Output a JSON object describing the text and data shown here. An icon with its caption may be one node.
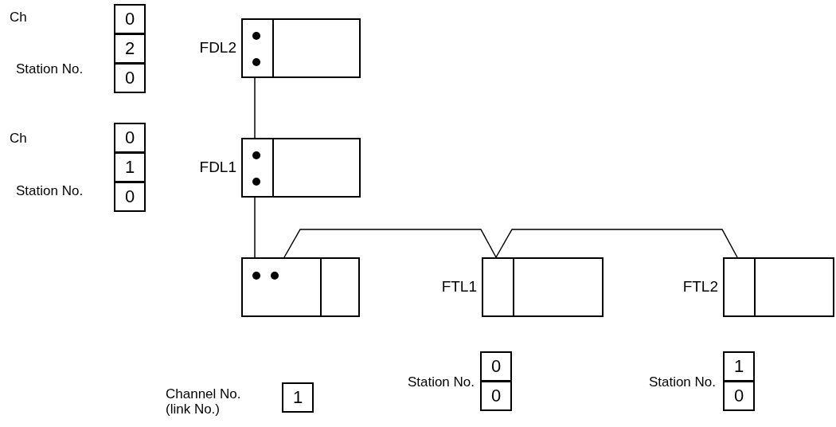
{
  "diagram": {
    "nodes": [
      {
        "text": [
          "FDL2"
        ]
      },
      {
        "text": [
          "FDL1"
        ]
      },
      {
        "text": [],
        "shape": "box"
      },
      {
        "text": [
          "FTL1"
        ]
      },
      {
        "text": [
          "FTL2"
        ]
      }
    ],
    "edges": [
      {
        "from": 0,
        "to": 1,
        "arrow": "none"
      },
      {
        "from": 1,
        "to": 2,
        "arrow": "none"
      },
      {
        "from": 2,
        "to": 3,
        "arrow": "none"
      },
      {
        "from": 3,
        "to": 4,
        "arrow": "none"
      }
    ],
    "labels": [
      "Ch",
      "0",
      "2",
      "Station No.",
      "0",
      "Ch",
      "0",
      "1",
      "Station No.",
      "0",
      "Channel No. (link No.)",
      "1",
      "Station No.",
      "0",
      "0",
      "Station No.",
      "1",
      "0"
    ]
  }
}
